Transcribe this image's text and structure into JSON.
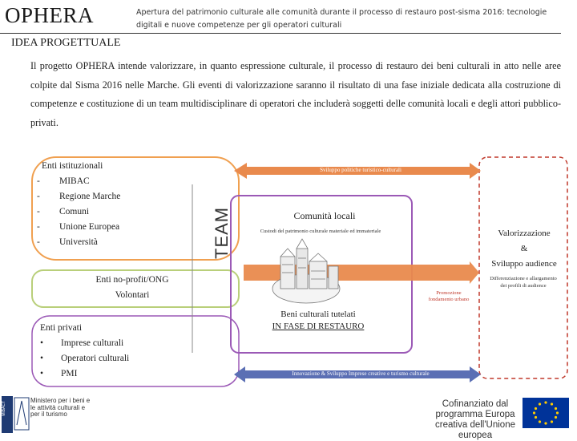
{
  "header": {
    "logo": "OPHERA",
    "subtitle": "Apertura del patrimonio culturale alle comunità durante il processo di restauro post-sisma 2016: tecnologie digitali e nuove competenze per gli operatori culturali"
  },
  "section": {
    "title": "IDEA PROGETTUALE",
    "intro": "Il progetto OPHERA intende valorizzare, in quanto espressione culturale, il processo di restauro dei beni culturali in atto nelle aree colpite dal Sisma 2016 nelle Marche. Gli eventi di valorizzazione saranno il risultato di una fase iniziale dedicata alla costruzione di competenze e costituzione di un team multidisciplinare di operatori che includerà soggetti delle comunità locali e degli attori pubblico-privati."
  },
  "diagram": {
    "institutional": {
      "heading": "Enti istituzionali",
      "marker": "-",
      "items": [
        "MIBAC",
        "Regione Marche",
        "Comuni",
        "Unione Europea",
        "Università"
      ]
    },
    "nonprofit": {
      "line1": "Enti no-profit/ONG",
      "line2": "Volontari"
    },
    "private": {
      "heading": "Enti privati",
      "marker": "•",
      "items": [
        "Imprese culturali",
        "Operatori culturali",
        "PMI"
      ]
    },
    "team_label": "TEAM",
    "top_arrow_label": "Sviluppo politiche turistico-culturali",
    "communities": {
      "title": "Comunità locali",
      "subtitle": "Custodi del patrimonio culturale materiale ed immateriale"
    },
    "heritage": {
      "line1": "Beni culturali tutelati",
      "line2": "IN FASE DI RESTAURO"
    },
    "promotion": "Promozione fondamento urbano",
    "valorization": {
      "line1": "Valorizzazione",
      "line2": "&",
      "line3": "Sviluppo audience"
    },
    "differentiation": "Differenziazione e allargamento dei profili di audience",
    "bottom_arrow_label": "Innovazione & Sviluppo Imprese creative e turismo culturale"
  },
  "footer": {
    "ministry": "Ministero per i beni e le attività culturali e per il turismo",
    "ministry_tag": "MiBACT",
    "funding": "Cofinanziato dal programma Europa creativa dell'Unione europea"
  },
  "colors": {
    "orange_border": "#f0a050",
    "green_border": "#b9cf7a",
    "purple_border": "#9b59b6",
    "red_border": "#c0392b",
    "arrow_fill": "#e98a4d",
    "blue_fill": "#5b6fb4",
    "eu_blue": "#003399",
    "eu_star": "#ffcc00"
  }
}
